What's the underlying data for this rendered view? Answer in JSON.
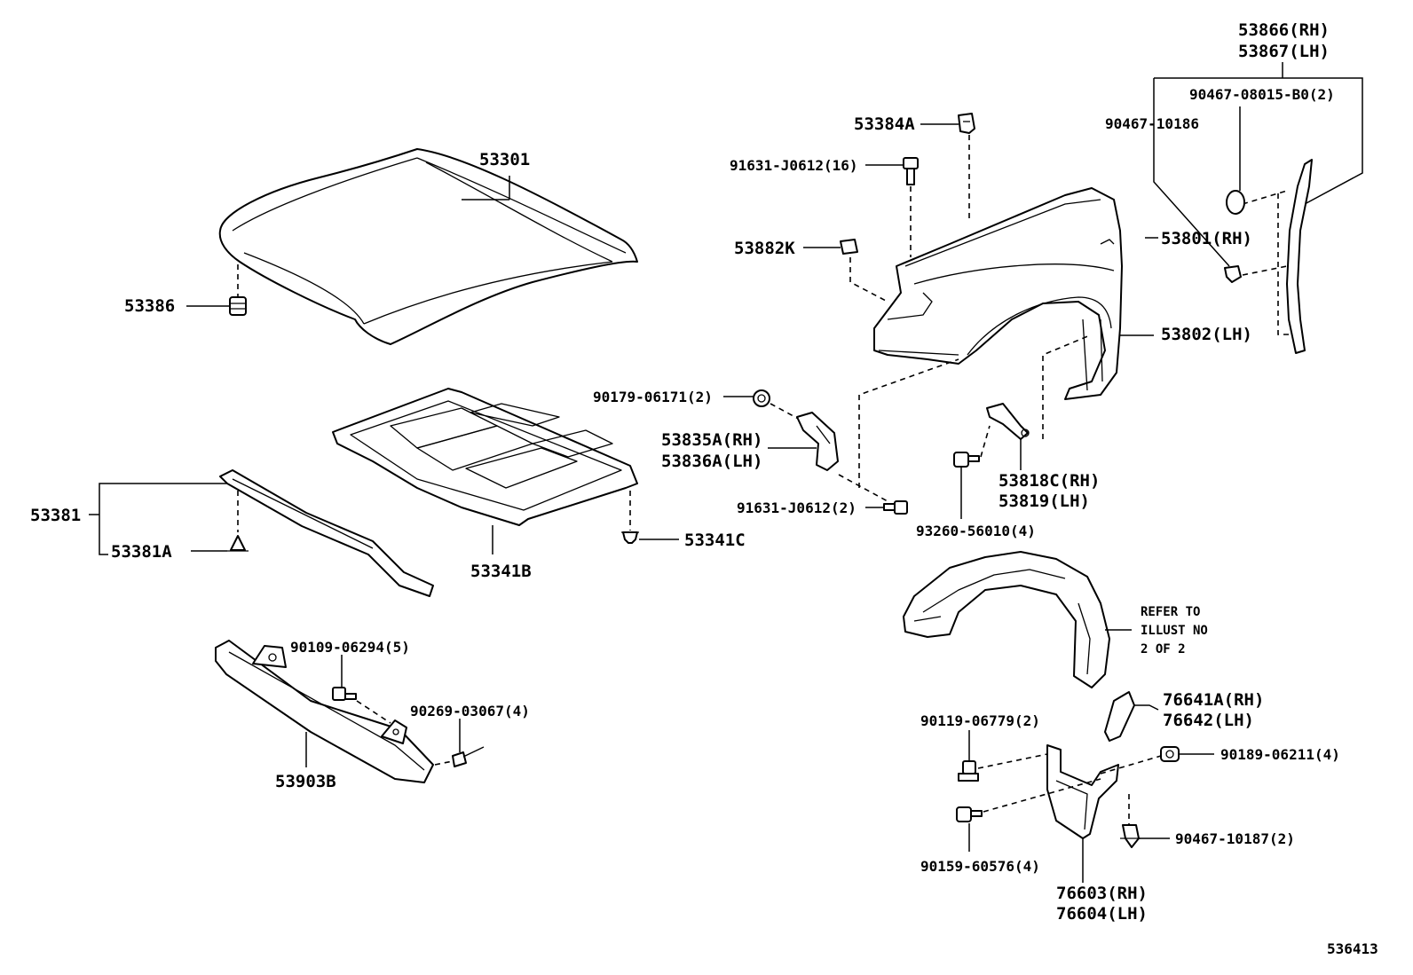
{
  "labels": {
    "hood": "53301",
    "hood_cushion": "53386",
    "hood_insulator": "53341B",
    "insulator_clip": "53341C",
    "hood_seal": "53381",
    "hood_seal_clip": "53381A",
    "support_beam": "53903B",
    "beam_bolt": "90109-06294(5)",
    "beam_clip": "90269-03067(4)",
    "fender_stopper": "53384A",
    "fender_bolt_top": "91631-J0612(16)",
    "fender_bracket_k": "53882K",
    "fender_nut": "90179-06171(2)",
    "fender_bracket_rh": "53835A(RH)",
    "fender_bracket_lh": "53836A(LH)",
    "fender_bolt_side": "91631-J0612(2)",
    "fender_rh": "53801(RH)",
    "fender_lh": "53802(LH)",
    "seal_rh": "53866(RH)",
    "seal_lh": "53867(LH)",
    "seal_clip_a": "90467-08015-B0(2)",
    "seal_clip_b": "90467-10186",
    "splash_rh": "53818C(RH)",
    "splash_lh": "53819(LH)",
    "splash_screw": "93260-56010(4)",
    "refer_line1": "REFER TO",
    "refer_line2": "ILLUST NO",
    "refer_line3": "2 OF 2",
    "mudguard_bracket_rh": "76641A(RH)",
    "mudguard_bracket_lh": "76642(LH)",
    "mudguard_bolt": "90119-06779(2)",
    "mudguard_nut": "90189-06211(4)",
    "mudguard_screw": "90159-60576(4)",
    "mudguard_clip": "90467-10187(2)",
    "mudguard_rh": "76603(RH)",
    "mudguard_lh": "76604(LH)",
    "illustration_number": "536413"
  }
}
